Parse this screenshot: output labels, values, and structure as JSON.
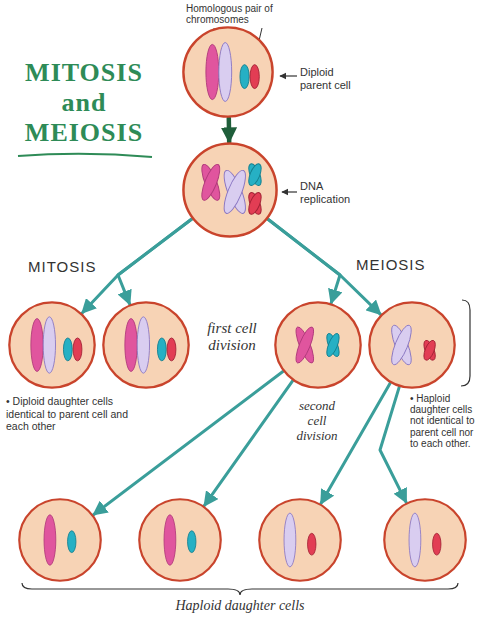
{
  "diagram": {
    "title": "MITOSIS and MEIOSIS",
    "nodes": [
      {
        "text": [
          "Diploid parent cell"
        ]
      },
      {
        "text": [
          "DNA replication"
        ]
      },
      {
        "text": []
      },
      {
        "text": []
      },
      {
        "text": []
      },
      {
        "text": []
      },
      {
        "text": []
      },
      {
        "text": []
      },
      {
        "text": []
      },
      {
        "text": []
      }
    ],
    "edges": [
      {
        "from": 0,
        "to": 1,
        "arrow": "to"
      },
      {
        "from": 1,
        "to": 2,
        "arrow": "to"
      },
      {
        "from": 1,
        "to": 3,
        "arrow": "to"
      },
      {
        "from": 1,
        "to": 4,
        "arrow": "to"
      },
      {
        "from": 1,
        "to": 5,
        "arrow": "to"
      },
      {
        "from": 4,
        "to": 6,
        "arrow": "to"
      },
      {
        "from": 4,
        "to": 7,
        "arrow": "to"
      },
      {
        "from": 5,
        "to": 8,
        "arrow": "to"
      },
      {
        "from": 5,
        "to": 9,
        "arrow": "to"
      }
    ],
    "labels": [
      "Homologous pair of chromosomes",
      "MITOSIS",
      "MEIOSIS",
      "first cell division",
      "• Diploid daughter cells identical to parent cell and each other",
      "second cell division",
      "• Haploid daughter cells not identical to parent cell nor to each other.",
      "Haploid daughter cells"
    ]
  }
}
